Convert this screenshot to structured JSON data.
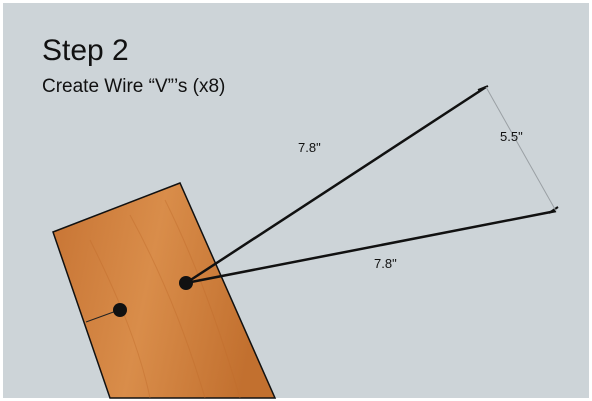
{
  "colors": {
    "background": "#cdd4d8",
    "border": "#ffffff",
    "board_fill": "#d2833f",
    "board_edge": "#111111",
    "wire": "#111111",
    "dimension_line": "#9aa0a4"
  },
  "heading": {
    "title": "Step 2",
    "subtitle": "Create Wire “V”’s (x8)"
  },
  "dimensions": {
    "upper_wire_length": "7.8\"",
    "lower_wire_length": "7.8\"",
    "opening_width": "5.5\""
  }
}
